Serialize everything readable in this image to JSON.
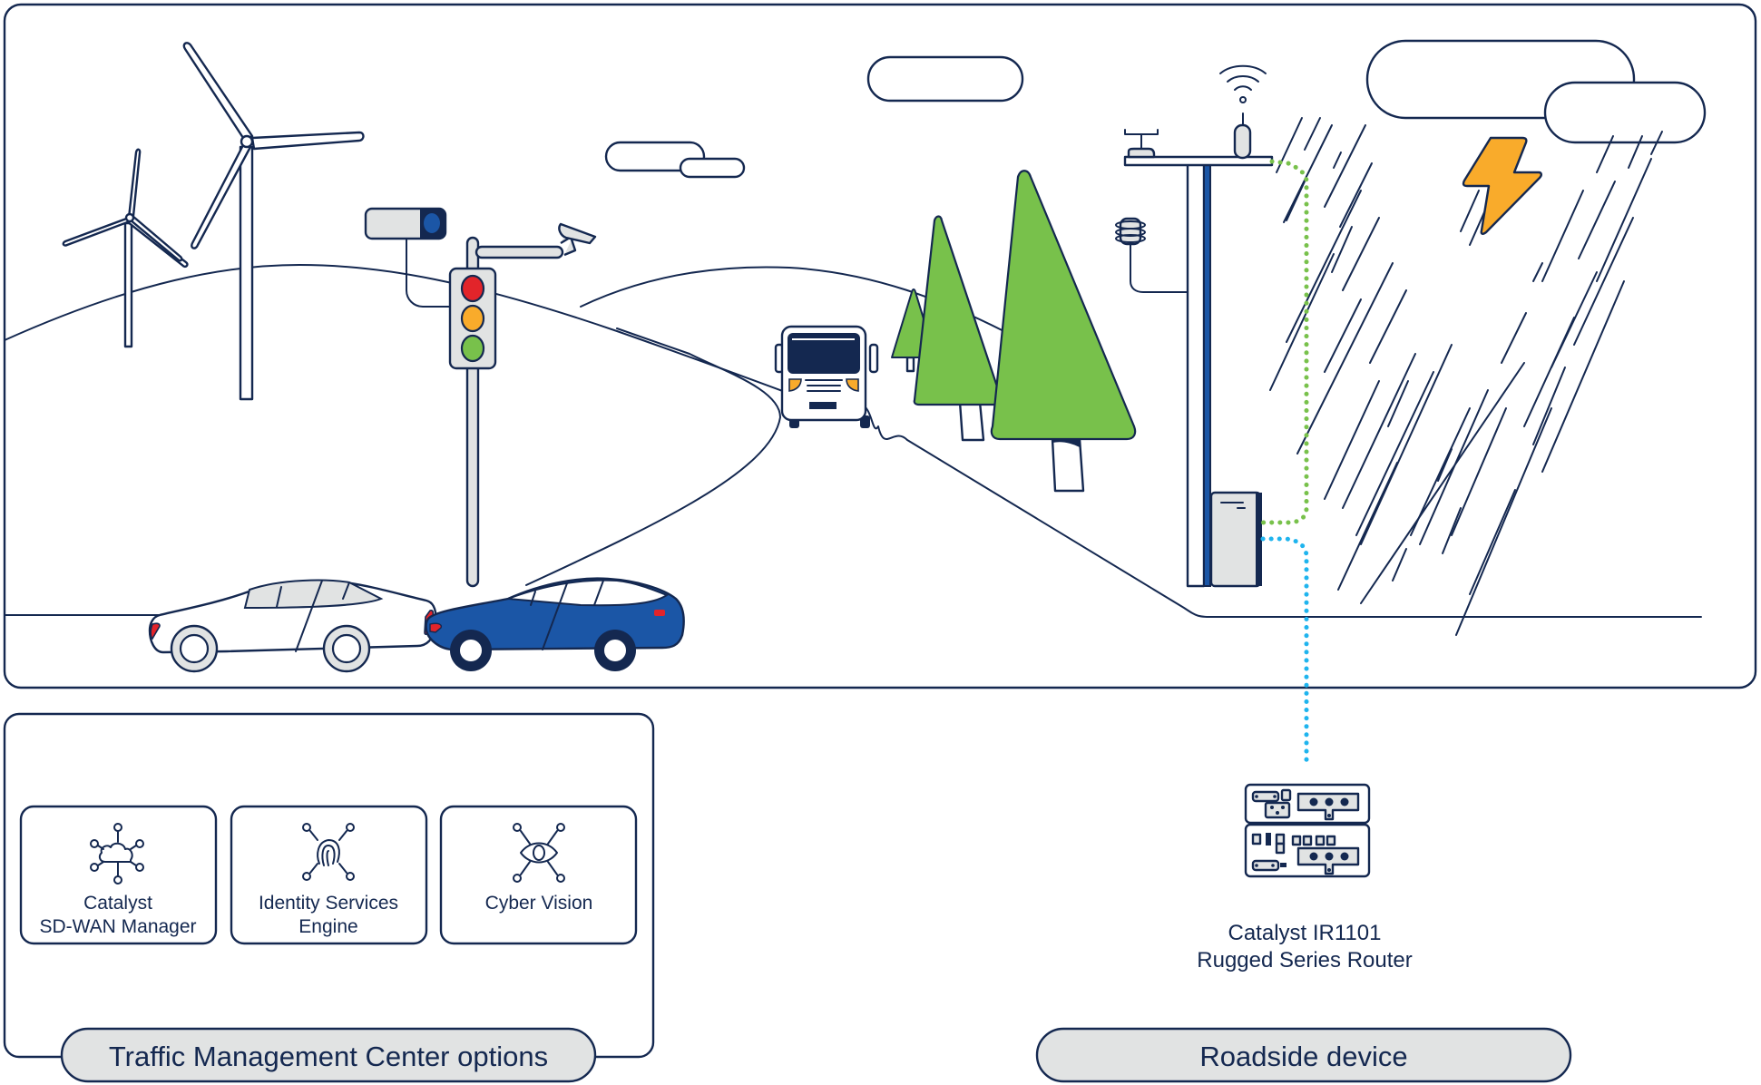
{
  "colors": {
    "outline": "#142850",
    "tree_green": "#78c14b",
    "car_blue": "#1b56a6",
    "light_red": "#e2242a",
    "light_amber": "#f9ab2b",
    "light_green": "#78c14b",
    "link_green": "#78c14b",
    "link_blue": "#1fb4ee",
    "pill_fill": "#e1e3e3",
    "lightning": "#f9ab2b"
  },
  "tmc": {
    "label": "Traffic Management Center options",
    "options": [
      {
        "icon": "cloud-network-icon",
        "line1": "Catalyst",
        "line2": "SD-WAN Manager"
      },
      {
        "icon": "fingerprint-network-icon",
        "line1": "Identity Services",
        "line2": "Engine"
      },
      {
        "icon": "eye-network-icon",
        "line1": "Cyber Vision",
        "line2": ""
      }
    ]
  },
  "roadside": {
    "label": "Roadside device",
    "device_line1": "Catalyst IR1101",
    "device_line2": "Rugged Series Router"
  }
}
